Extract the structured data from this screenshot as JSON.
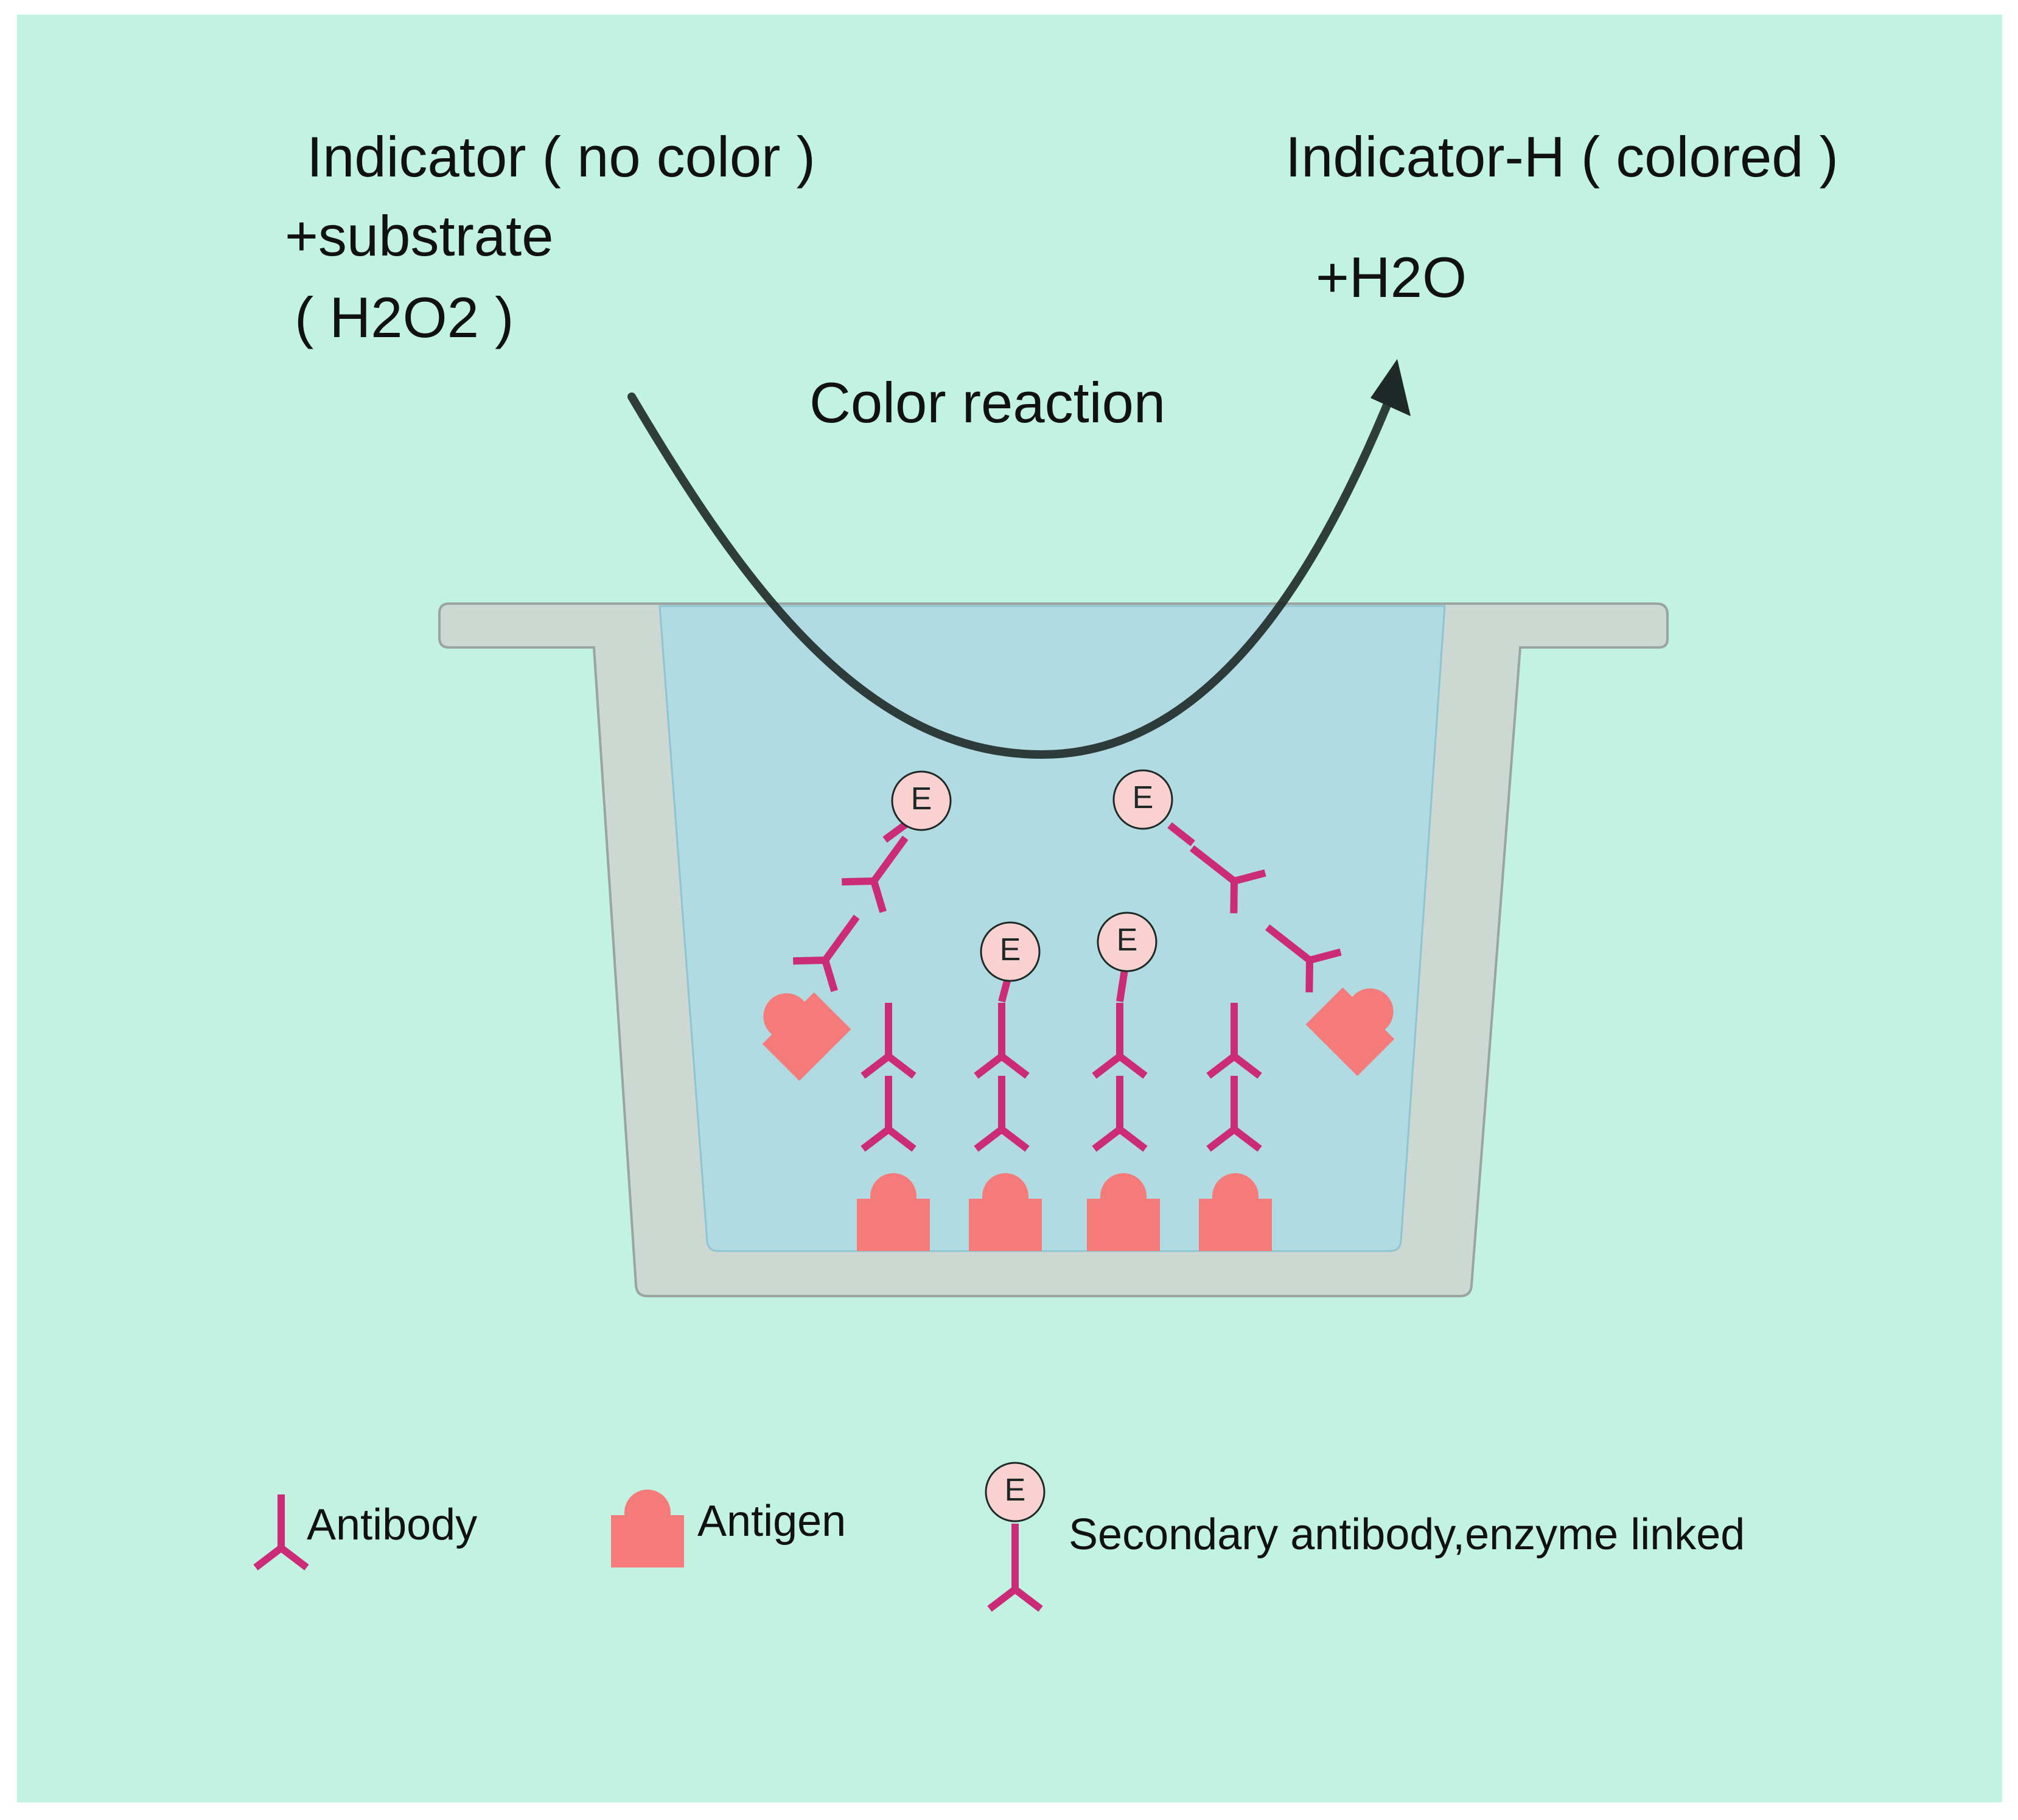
{
  "reaction": {
    "reactant_line1": "Indicator ( no color )",
    "reactant_line2": "+substrate",
    "reactant_line3": "( H2O2 )",
    "product_line1": "Indicator-H (  colored )",
    "product_line2": "+H2O",
    "arrow_label": "Color reaction"
  },
  "enzyme_label": "E",
  "legend": {
    "antibody": "Antibody",
    "antigen": "Antigen",
    "secondary": "Secondary antibody,enzyme linked",
    "enzyme": "E"
  },
  "colors": {
    "background": "#c2f2e1",
    "well": "#cdd8d3",
    "liquid": "#b1dbe2",
    "antibody": "#cc2b78",
    "antigen": "#f57b7b",
    "enzyme": "#f9d1d1",
    "arrow": "#1f2a28"
  }
}
